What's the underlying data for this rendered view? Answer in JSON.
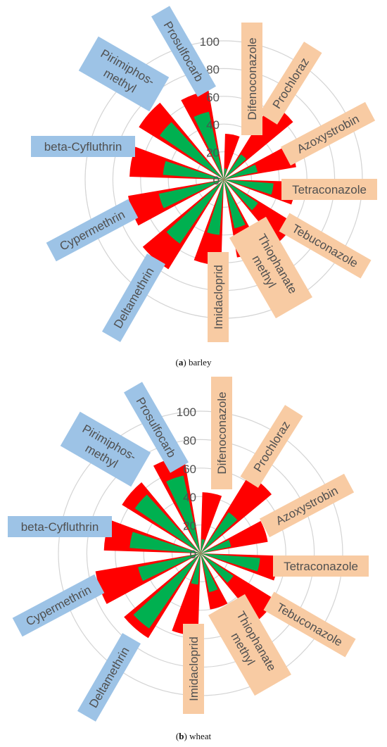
{
  "captions": [
    {
      "letter": "a",
      "text": "barley"
    },
    {
      "letter": "b",
      "text": "wheat"
    }
  ],
  "colors": {
    "series_red": "#ff0000",
    "series_green": "#00b050",
    "herbicide_insecticide_box": "#9dc3e6",
    "fungicide_box": "#f8cba3",
    "grid": "#d4d4d4",
    "text": "#505050"
  },
  "chart_data": [
    {
      "type": "radial-bar",
      "panel": "a",
      "rlim": [
        0,
        100
      ],
      "ticks": [
        "0",
        "20",
        "40",
        "60",
        "80",
        "100"
      ],
      "grid": true,
      "categories": [
        {
          "label": "Difenoconazole",
          "group": "fungicide"
        },
        {
          "label": "Prochloraz",
          "group": "fungicide"
        },
        {
          "label": "Azoxystrobin",
          "group": "fungicide"
        },
        {
          "label": "Tetraconazole",
          "group": "fungicide"
        },
        {
          "label": "Tebuconazole",
          "group": "fungicide"
        },
        {
          "label": "Thiophanate methyl",
          "group": "fungicide"
        },
        {
          "label": "Imidacloprid",
          "group": "fungicide"
        },
        {
          "label": "Deltamethrin",
          "group": "insecticide"
        },
        {
          "label": "Cypermethrin",
          "group": "insecticide"
        },
        {
          "label": "beta-Cyfluthrin",
          "group": "insecticide"
        },
        {
          "label": "Pirimiphos-methyl",
          "group": "insecticide"
        },
        {
          "label": "Prosulfocarb",
          "group": "herbicide"
        }
      ],
      "series": [
        {
          "values": [
            33,
            65,
            53,
            52,
            60,
            57,
            62,
            76,
            70,
            68,
            72,
            65
          ]
        },
        {
          "values": [
            8,
            22,
            25,
            36,
            30,
            36,
            40,
            56,
            48,
            44,
            56,
            50
          ]
        }
      ]
    },
    {
      "type": "radial-bar",
      "panel": "b",
      "rlim": [
        0,
        100
      ],
      "ticks": [
        "0",
        "20",
        "40",
        "60",
        "80",
        "100"
      ],
      "grid": true,
      "categories": [
        {
          "label": "Difenoconazole",
          "group": "fungicide"
        },
        {
          "label": "Prochloraz",
          "group": "fungicide"
        },
        {
          "label": "Azoxystrobin",
          "group": "fungicide"
        },
        {
          "label": "Tetraconazole",
          "group": "fungicide"
        },
        {
          "label": "Tebuconazole",
          "group": "fungicide"
        },
        {
          "label": "Thiophanate methyl",
          "group": "fungicide"
        },
        {
          "label": "Imidacloprid",
          "group": "fungicide"
        },
        {
          "label": "Deltamethrin",
          "group": "insecticide"
        },
        {
          "label": "Cypermethrin",
          "group": "insecticide"
        },
        {
          "label": "beta-Cyfluthrin",
          "group": "insecticide"
        },
        {
          "label": "Pirimiphos-methyl",
          "group": "insecticide"
        },
        {
          "label": "Prosulfocarb",
          "group": "herbicide"
        }
      ],
      "series": [
        {
          "values": [
            43,
            65,
            48,
            55,
            62,
            40,
            58,
            70,
            75,
            68,
            65,
            70
          ]
        },
        {
          "values": [
            10,
            35,
            22,
            42,
            28,
            28,
            22,
            64,
            45,
            50,
            56,
            56
          ]
        }
      ]
    }
  ],
  "labels": {
    "a": {
      "Difenoconazole": "Difenoconazole",
      "Prochloraz": "Prochloraz",
      "Azoxystrobin": "Azoxystrobin",
      "Tetraconazole": "Tetraconazole",
      "Tebuconazole": "Tebuconazole",
      "Thiophanate1": "Thiophanate",
      "Thiophanate2": "methyl",
      "Imidacloprid": "Imidacloprid",
      "Deltamethrin": "Deltamethrin",
      "Cypermethrin": "Cypermethrin",
      "Cyfluthrin": "beta-Cyfluthrin",
      "Pirimiphos1": "Pirimiphos-",
      "Pirimiphos2": "methyl",
      "Prosulfocarb": "Prosulfocarb"
    }
  }
}
